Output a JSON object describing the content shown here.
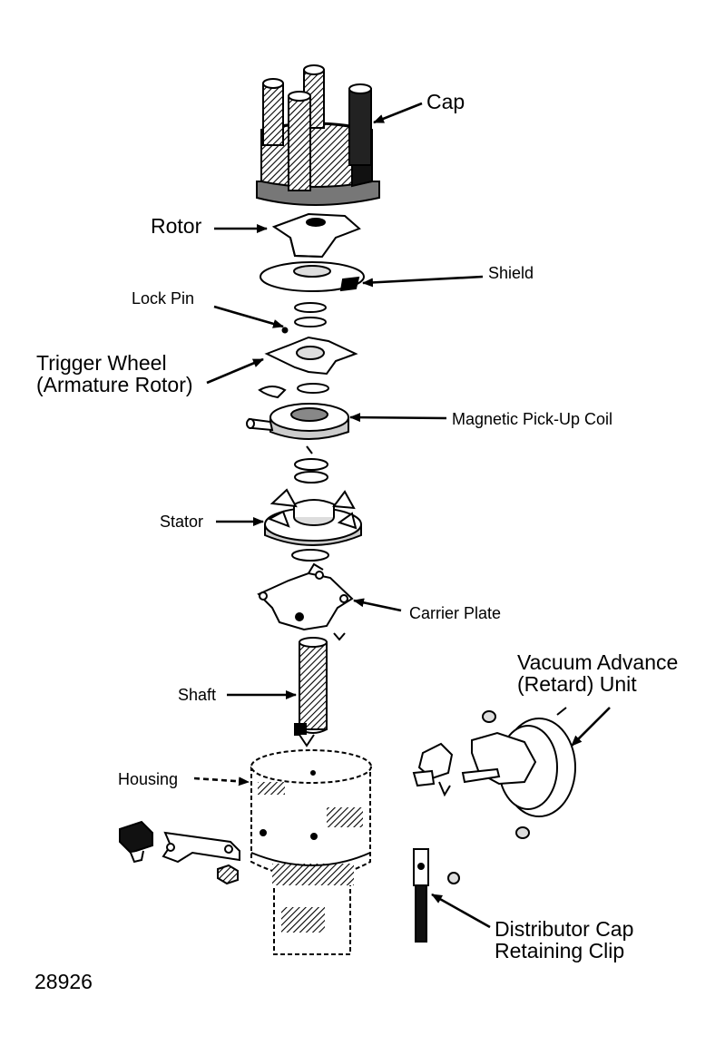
{
  "figure_number": "28926",
  "labels": {
    "cap": "Cap",
    "rotor": "Rotor",
    "shield": "Shield",
    "lock_pin": "Lock Pin",
    "trigger_wheel": [
      "Trigger Wheel",
      "(Armature Rotor)"
    ],
    "magnetic_pickup_coil": "Magnetic Pick-Up Coil",
    "stator": "Stator",
    "carrier_plate": "Carrier Plate",
    "vacuum_advance": [
      "Vacuum Advance",
      "(Retard) Unit"
    ],
    "shaft": "Shaft",
    "housing": "Housing",
    "retaining_clip": [
      "Distributor Cap",
      "Retaining Clip"
    ]
  }
}
